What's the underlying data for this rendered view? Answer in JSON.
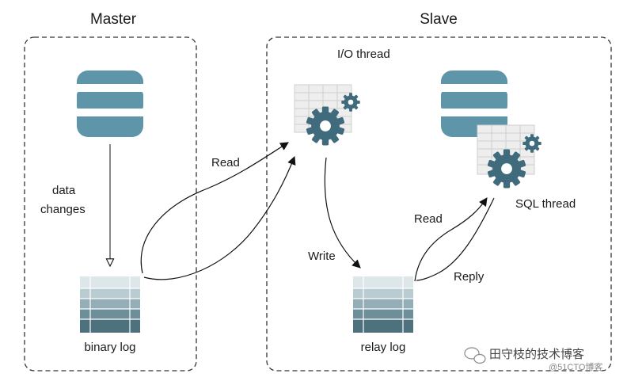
{
  "master": {
    "title": "Master"
  },
  "slave": {
    "title": "Slave"
  },
  "labels": {
    "io_thread": "I/O thread",
    "sql_thread": "SQL thread",
    "data_changes_line1": "data",
    "data_changes_line2": "changes",
    "binary_log": "binary log",
    "relay_log": "relay log",
    "read_binlog": "Read",
    "write_relay": "Write",
    "read_relay": "Read",
    "reply": "Reply"
  },
  "watermark": {
    "text": "田守枝的技术博客",
    "subtext": "@51CTO博客"
  },
  "colors": {
    "db_cylinder": "#5e95a8",
    "gear": "#3f6b7d",
    "table_grid": "#c9c9c9",
    "log_stack": [
      "#dde6e9",
      "#b9ccd2",
      "#93aeb6",
      "#6c8f99",
      "#4d717d"
    ]
  }
}
